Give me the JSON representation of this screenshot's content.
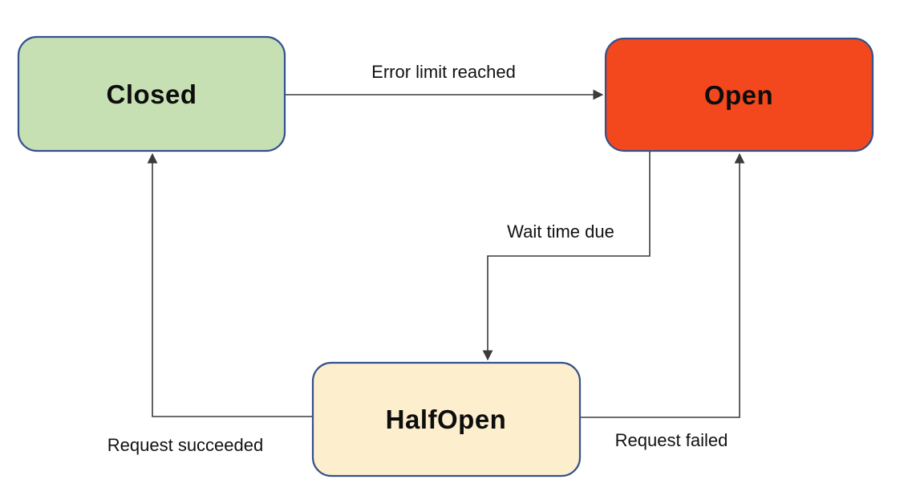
{
  "diagram": {
    "type": "state-machine",
    "states": {
      "closed": {
        "label": "Closed",
        "fill": "#c6e0b4"
      },
      "open": {
        "label": "Open",
        "fill": "#f3471d"
      },
      "half_open": {
        "label": "HalfOpen",
        "fill": "#fdeecd"
      }
    },
    "edges": {
      "closed_to_open": {
        "label": "Error limit reached",
        "from": "Closed",
        "to": "Open"
      },
      "open_to_half_open": {
        "label": "Wait time due",
        "from": "Open",
        "to": "HalfOpen"
      },
      "half_open_to_closed": {
        "label": "Request succeeded",
        "from": "HalfOpen",
        "to": "Closed"
      },
      "half_open_to_open": {
        "label": "Request failed",
        "from": "HalfOpen",
        "to": "Open"
      }
    },
    "theme": {
      "border_color": "#35518c",
      "line_color": "#3b3b3b",
      "text_color": "#0d0d0d",
      "background": "#ffffff"
    }
  }
}
